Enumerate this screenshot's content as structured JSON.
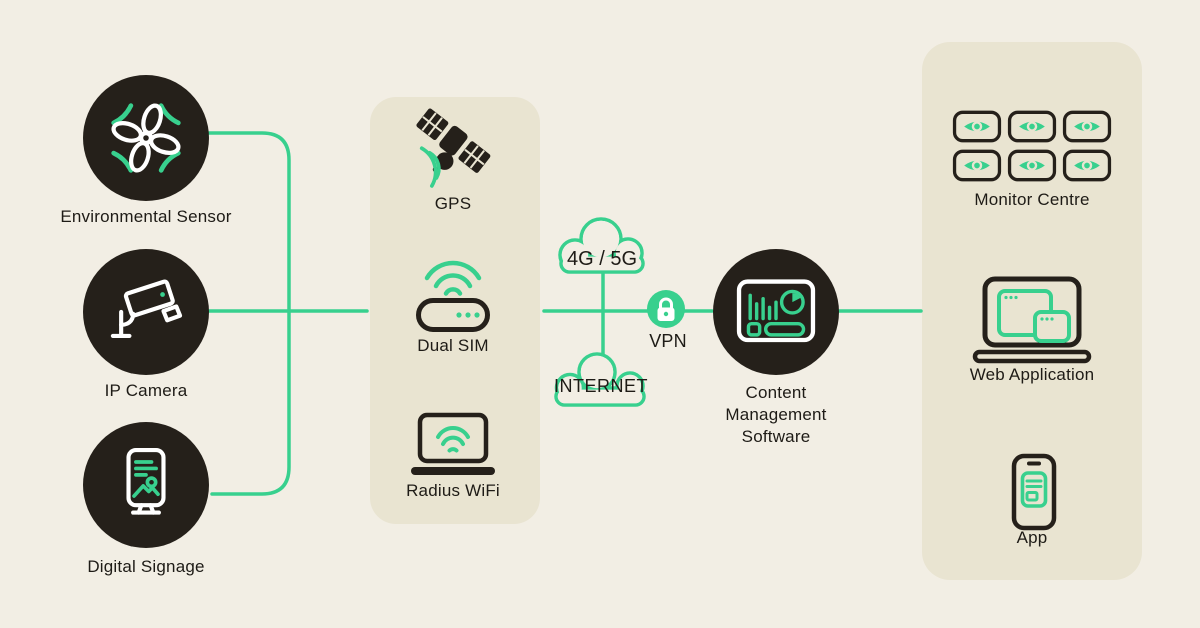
{
  "palette": {
    "background": "#f2eee4",
    "panel": "#e9e4d1",
    "dark": "#25201a",
    "accent_green": "#38d08e",
    "text": "#1e1b16"
  },
  "left_nodes": [
    {
      "label": "Environmental Sensor",
      "icon": "fan-icon"
    },
    {
      "label": "IP Camera",
      "icon": "cctv-camera-icon"
    },
    {
      "label": "Digital Signage",
      "icon": "signage-kiosk-icon"
    }
  ],
  "gateway_panel": {
    "items": [
      {
        "label": "GPS",
        "icon": "satellite-icon"
      },
      {
        "label": "Dual SIM",
        "icon": "wifi-router-icon"
      },
      {
        "label": "Radius WiFi",
        "icon": "laptop-wifi-icon"
      }
    ]
  },
  "network": {
    "cellular_label": "4G / 5G",
    "internet_label": "INTERNET",
    "vpn_label": "VPN"
  },
  "cms_node": {
    "label": "Content Management Software",
    "icon": "dashboard-icon"
  },
  "output_panel": {
    "items": [
      {
        "label": "Monitor Centre",
        "icon": "eye-monitor-grid-icon"
      },
      {
        "label": "Web Application",
        "icon": "laptop-browser-icon"
      },
      {
        "label": "App",
        "icon": "smartphone-icon"
      }
    ]
  }
}
